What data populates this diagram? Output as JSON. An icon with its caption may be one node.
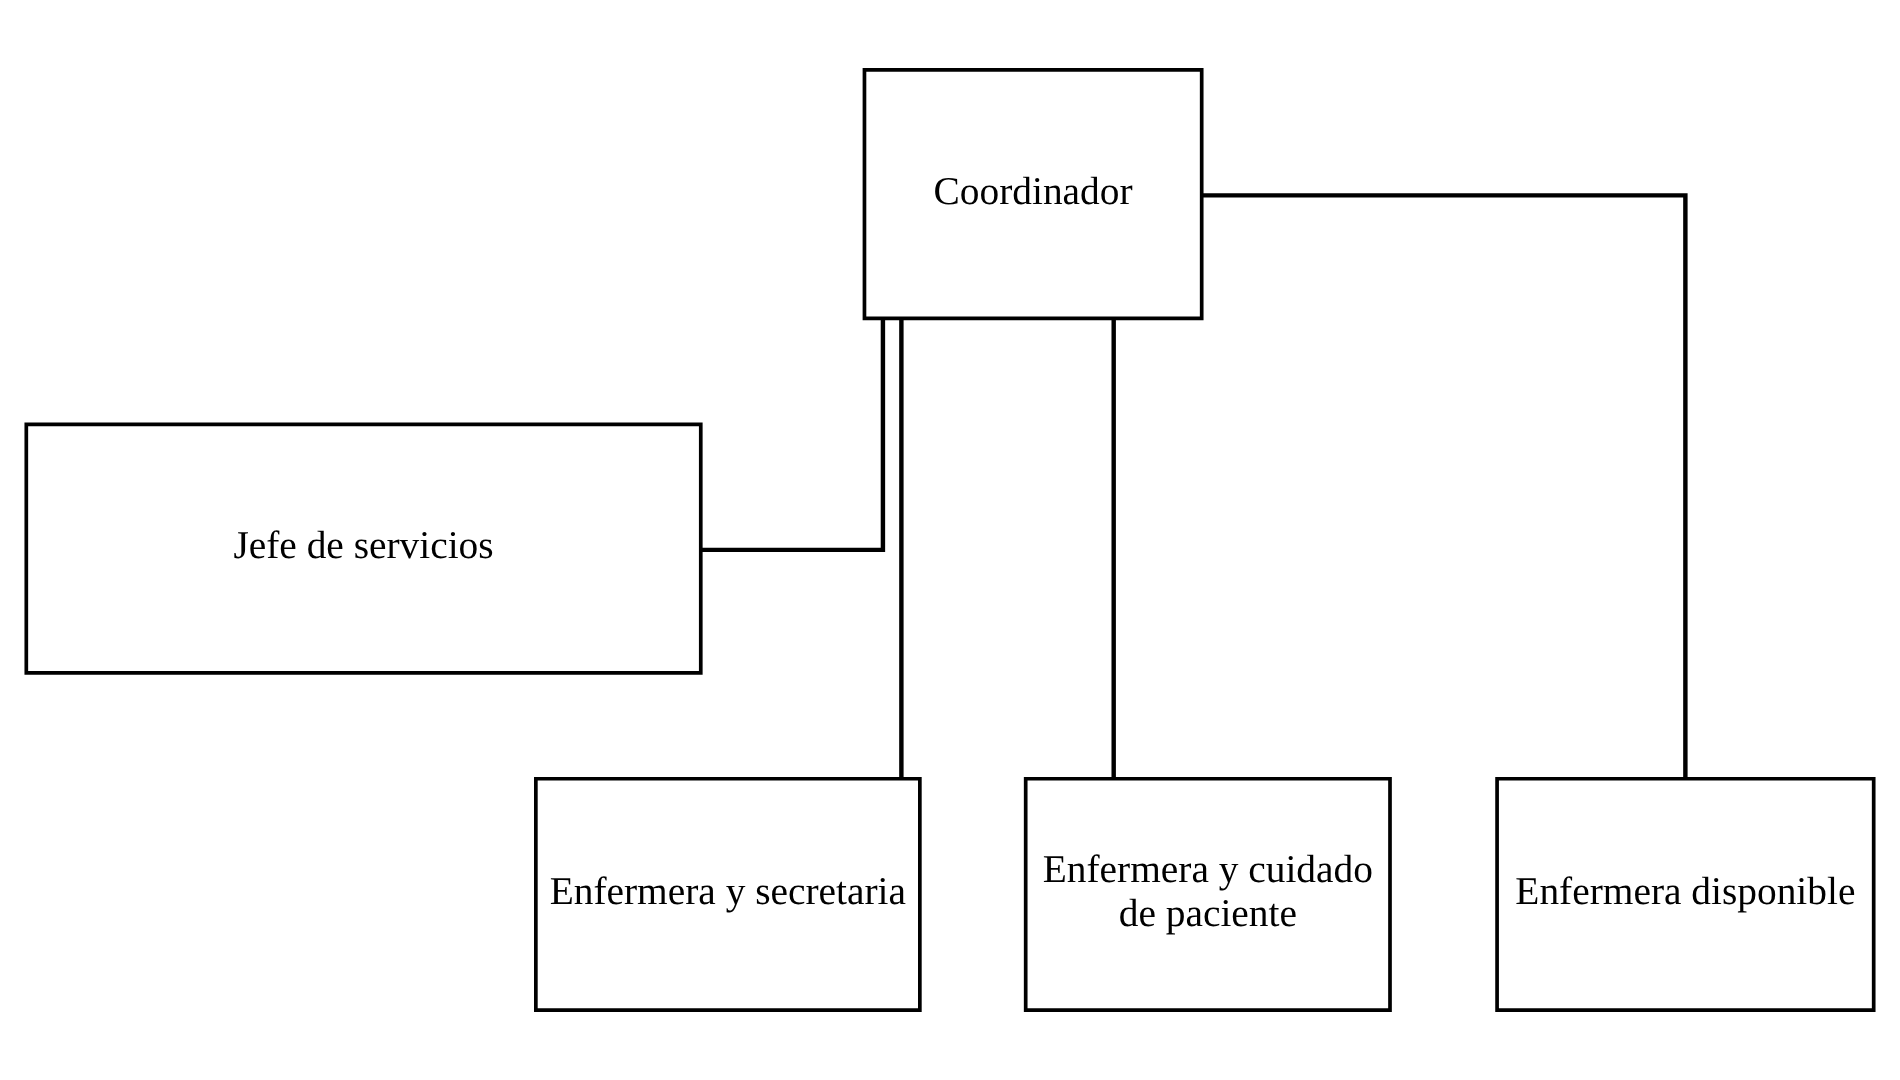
{
  "diagram": {
    "nodes": [
      {
        "text": [
          "Coordinador"
        ]
      },
      {
        "text": [
          "Jefe de servicios"
        ]
      },
      {
        "text": [
          "Enfermera y secretaria"
        ]
      },
      {
        "text": [
          "Enfermera y cuidado de paciente"
        ]
      },
      {
        "text": [
          "Enfermera disponible"
        ]
      }
    ],
    "edges": [
      {
        "from": 0,
        "to": 1,
        "arrow": "none"
      },
      {
        "from": 0,
        "to": 2,
        "arrow": "none"
      },
      {
        "from": 0,
        "to": 3,
        "arrow": "none"
      },
      {
        "from": 0,
        "to": 4,
        "arrow": "none"
      }
    ]
  }
}
